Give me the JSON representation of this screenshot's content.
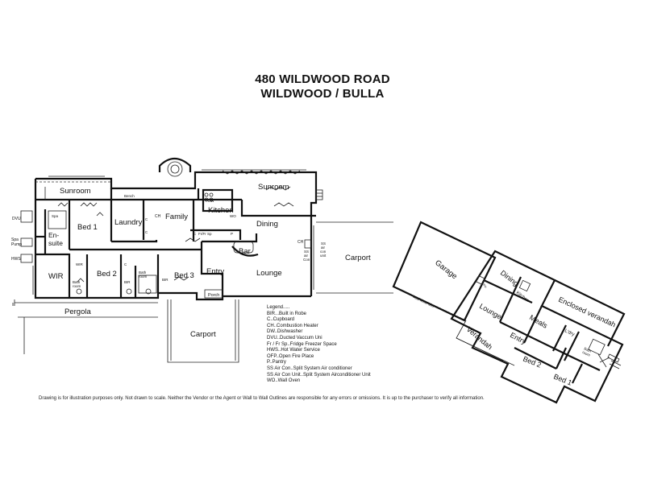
{
  "title": {
    "line1": "480 WILDWOOD ROAD",
    "line2": "WILDWOOD / BULLA"
  },
  "main_house": {
    "rooms": {
      "sunroom_left": "Sunroom",
      "sunroom_right": "Sunroom",
      "bed1": "Bed 1",
      "laundry": "Laundry",
      "family": "Family",
      "kitchen": "Kitchen",
      "dining": "Dining",
      "ensuite": "En-\nsuite",
      "wir": "WIR",
      "bed2": "Bed 2",
      "bed3": "Bed 3",
      "entry": "Entry",
      "lounge": "Lounge",
      "bar": "Bar",
      "porch": "Porch",
      "pergola": "Pergola",
      "carport_bottom": "Carport",
      "carport_right": "Carport",
      "bath_room_1": "Bath\nroom",
      "bath_room_2": "Bath\nroom"
    },
    "fixtures": {
      "dvu": "DVU",
      "spa_pump": "Spa\nPump",
      "hws": "HWS",
      "spa": "Spa",
      "bench": "Bench",
      "ch_family": "CH",
      "ch_lounge": "CH",
      "ss_aircon_lounge": "SS\nair\nCon",
      "ss_aircon_unit": "SS\nair\ncon\nunit",
      "fr_sp": "Fr/Fr Sp",
      "dw": "DW",
      "wo": "WO",
      "bir1": "BIR",
      "bir2": "BIR",
      "bir3": "BIR",
      "wir_small": "WIR",
      "c1": "C",
      "c2": "C",
      "c3": "C",
      "c4": "C",
      "p": "P"
    }
  },
  "unit": {
    "rooms": {
      "garage": "Garage",
      "auto_door": "Auto Roller door",
      "dining": "Dining",
      "kitchen": "Kitchen",
      "lounge": "Lounge",
      "meals": "Meals",
      "enclosed_verandah": "Enclosed verandah",
      "verandah": "Verandah",
      "entry": "Entry",
      "ldry": "L'dry",
      "bath_room": "Bath\nroom",
      "bed2": "Bed 2",
      "bed1": "Bed 1",
      "ofp": "OFP"
    }
  },
  "legend": {
    "heading": "Legend.....",
    "items": [
      "BIR...Built in Robe",
      "C..Cupboard",
      "CH..Combustion Heater",
      "DW..Dishwasher",
      "DVU..Ducted Vaccum Uni",
      "Fr / Fr Sp..Fridge Freezer Space",
      "HWS..Hot Water Service",
      "OFP..Open Fire Place",
      "P..Pantry",
      "SS Air Con..Split System Air conditioner",
      "SS Air Con Unit..Split System Airconditioner Unit",
      "WO..Wall Oven"
    ]
  },
  "disclaimer": "Drawing is for illustration purposes only. Not drawn to scale. Neither the Vendor or the Agent or Wall to Wall Outlines are responsible for any errors or omissions. It is up to the purchaser to verify all information."
}
